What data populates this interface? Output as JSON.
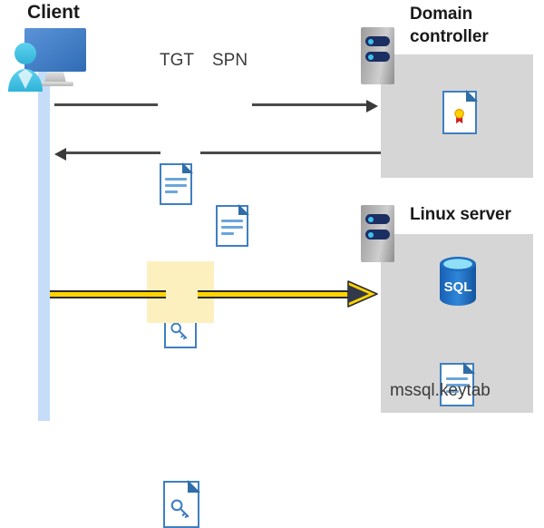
{
  "diagram": {
    "title": "Kerberos authentication flow between client, domain controller and Linux server",
    "colors": {
      "lifeline": "#c5ddf9",
      "panel": "#d6d6d6",
      "arrow_gray": "#4a4a4a",
      "arrow_gold": "#ffd400",
      "highlight": "#fdf0bf",
      "doc_border": "#3f7fc1",
      "server_bar": "#1b2f63",
      "sql_blue": "#1f6fc4",
      "seal_gold": "#ffd000",
      "seal_ribbon": "#cc2122"
    }
  },
  "client": {
    "label": "Client",
    "icon": "user-computer-icon",
    "lifeline": "client-lifeline"
  },
  "domain_controller": {
    "label": "Domain controller",
    "label_line1": "Domain",
    "label_line2": "controller",
    "server_icon": "server-icon",
    "contents": [
      {
        "name": "certificate-icon",
        "label": ""
      }
    ]
  },
  "linux_server": {
    "label": "Linux server",
    "server_icon": "server-icon",
    "contents": [
      {
        "name": "sql-database-icon",
        "label": "SQL"
      },
      {
        "name": "keytab-file-icon",
        "label": "mssql.keytab"
      }
    ]
  },
  "messages": [
    {
      "id": "request-tgt-spn",
      "direction": "right",
      "from": "client",
      "to": "domain_controller",
      "tokens": [
        {
          "label": "TGT",
          "icon": "document-icon"
        },
        {
          "label": "SPN",
          "icon": "document-icon"
        }
      ]
    },
    {
      "id": "return-service-ticket",
      "direction": "left",
      "from": "domain_controller",
      "to": "client",
      "tokens": [
        {
          "label": "",
          "icon": "key-document-icon"
        }
      ]
    },
    {
      "id": "present-service-ticket",
      "direction": "right",
      "from": "client",
      "to": "linux_server",
      "highlighted": true,
      "tokens": [
        {
          "label": "",
          "icon": "key-document-icon"
        }
      ]
    }
  ],
  "labels": {
    "tgt": "TGT",
    "spn": "SPN",
    "keytab": "mssql.keytab",
    "sql": "SQL"
  }
}
